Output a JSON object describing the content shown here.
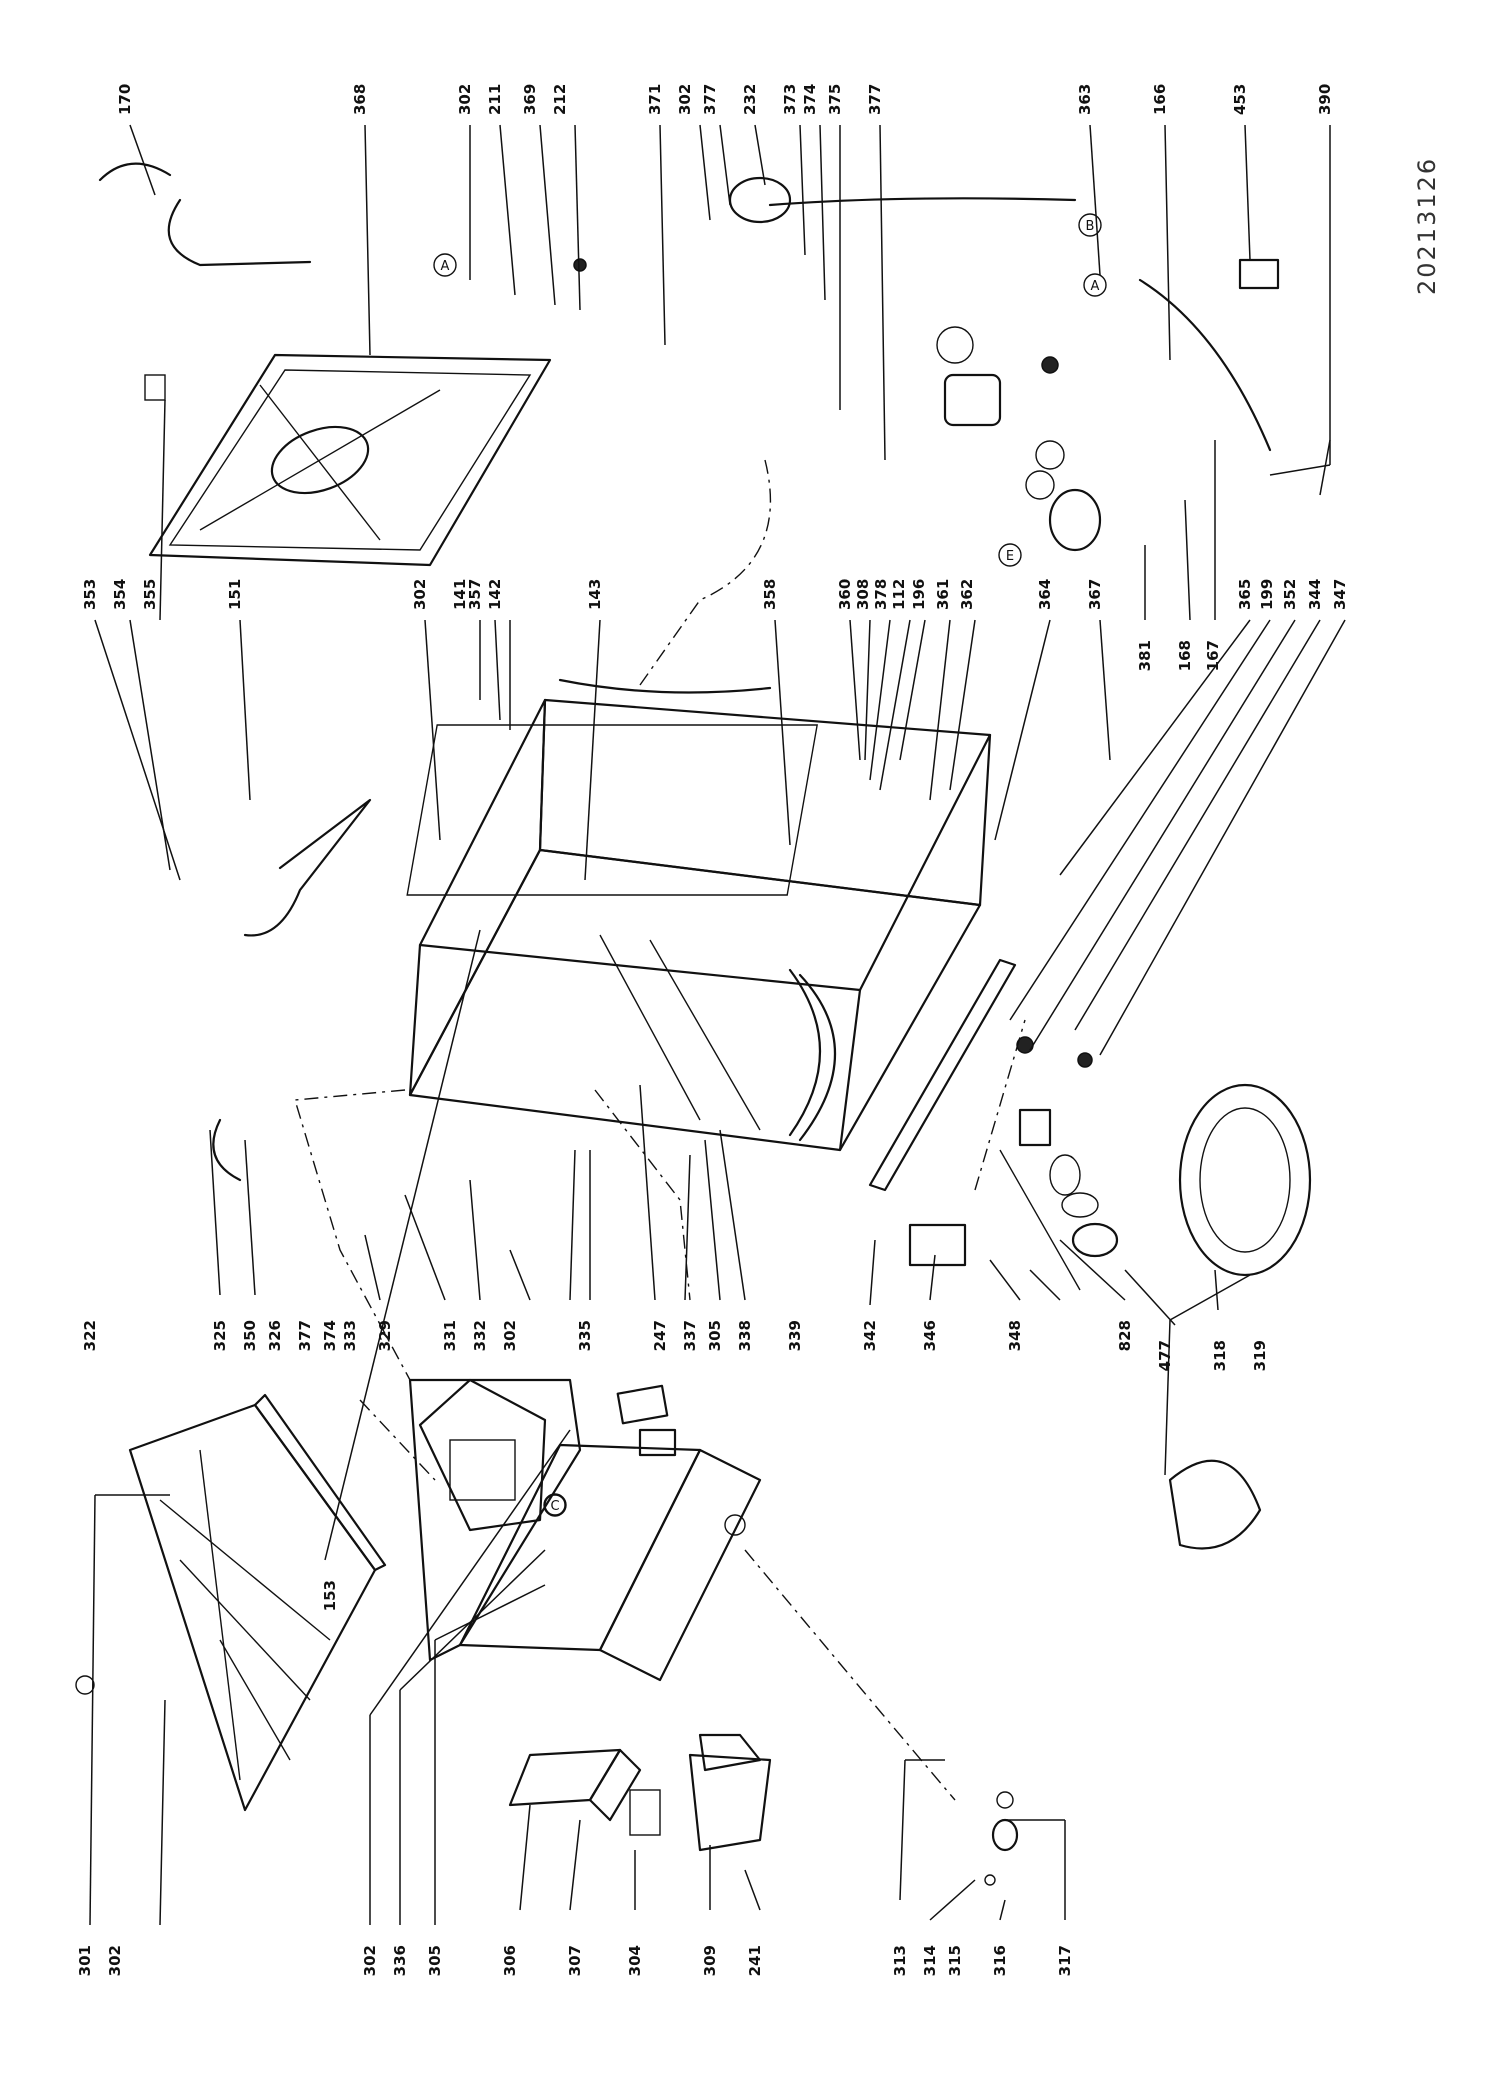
{
  "diagram": {
    "reference": "20213126",
    "callouts": [
      "A",
      "B",
      "C",
      "E"
    ],
    "labels": {
      "left_column": [
        "301",
        "302",
        "302",
        "336",
        "305",
        "306",
        "307",
        "304",
        "309",
        "241",
        "313",
        "314",
        "315",
        "316",
        "317"
      ],
      "middle_row": [
        "322",
        "325",
        "350",
        "326",
        "377",
        "374",
        "333",
        "329",
        "331",
        "332",
        "302",
        "335",
        "247",
        "337",
        "305",
        "338",
        "339",
        "342",
        "346",
        "348",
        "828",
        "477",
        "318",
        "319",
        "153"
      ],
      "top_row": [
        "170",
        "368",
        "302",
        "211",
        "369",
        "212",
        "371",
        "302",
        "377",
        "232",
        "373",
        "374",
        "375",
        "377",
        "363",
        "166",
        "453",
        "390"
      ],
      "center_row": [
        "353",
        "354",
        "355",
        "151",
        "302",
        "141",
        "357",
        "142",
        "143",
        "358",
        "360",
        "308",
        "378",
        "112",
        "196",
        "361",
        "362",
        "364",
        "367",
        "365",
        "199",
        "352",
        "344",
        "347",
        "381",
        "168",
        "167"
      ]
    }
  }
}
